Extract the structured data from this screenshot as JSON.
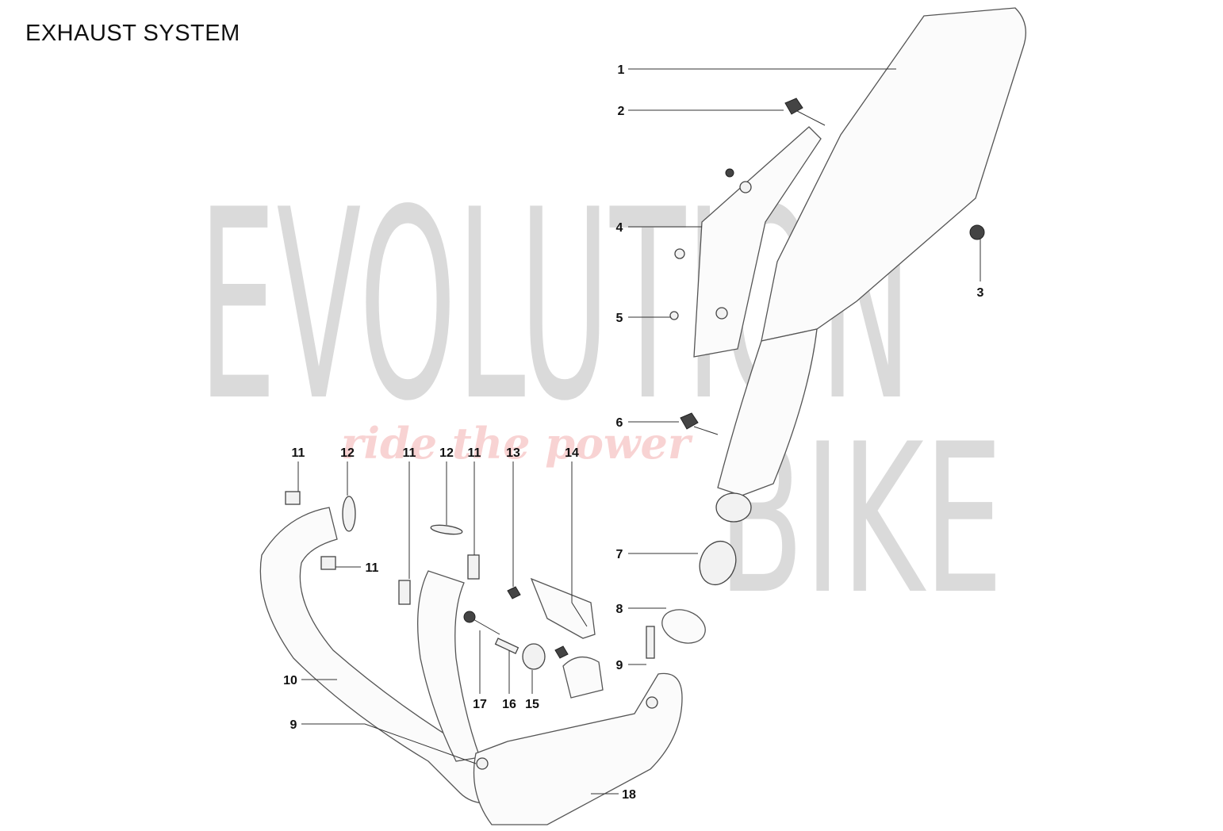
{
  "title": "EXHAUST SYSTEM",
  "watermark": {
    "line1": "EVOLUTION",
    "line2": "BIKE",
    "tagline": "ride the power"
  },
  "callouts": {
    "c1": "1",
    "c2": "2",
    "c3": "3",
    "c4": "4",
    "c5": "5",
    "c6": "6",
    "c7": "7",
    "c8": "8",
    "c9a": "9",
    "c9b": "9",
    "c10": "10",
    "c11a": "11",
    "c11b": "11",
    "c11c": "11",
    "c11d": "11",
    "c12a": "12",
    "c12b": "12",
    "c13": "13",
    "c14": "14",
    "c15": "15",
    "c16": "16",
    "c17": "17",
    "c18": "18"
  }
}
